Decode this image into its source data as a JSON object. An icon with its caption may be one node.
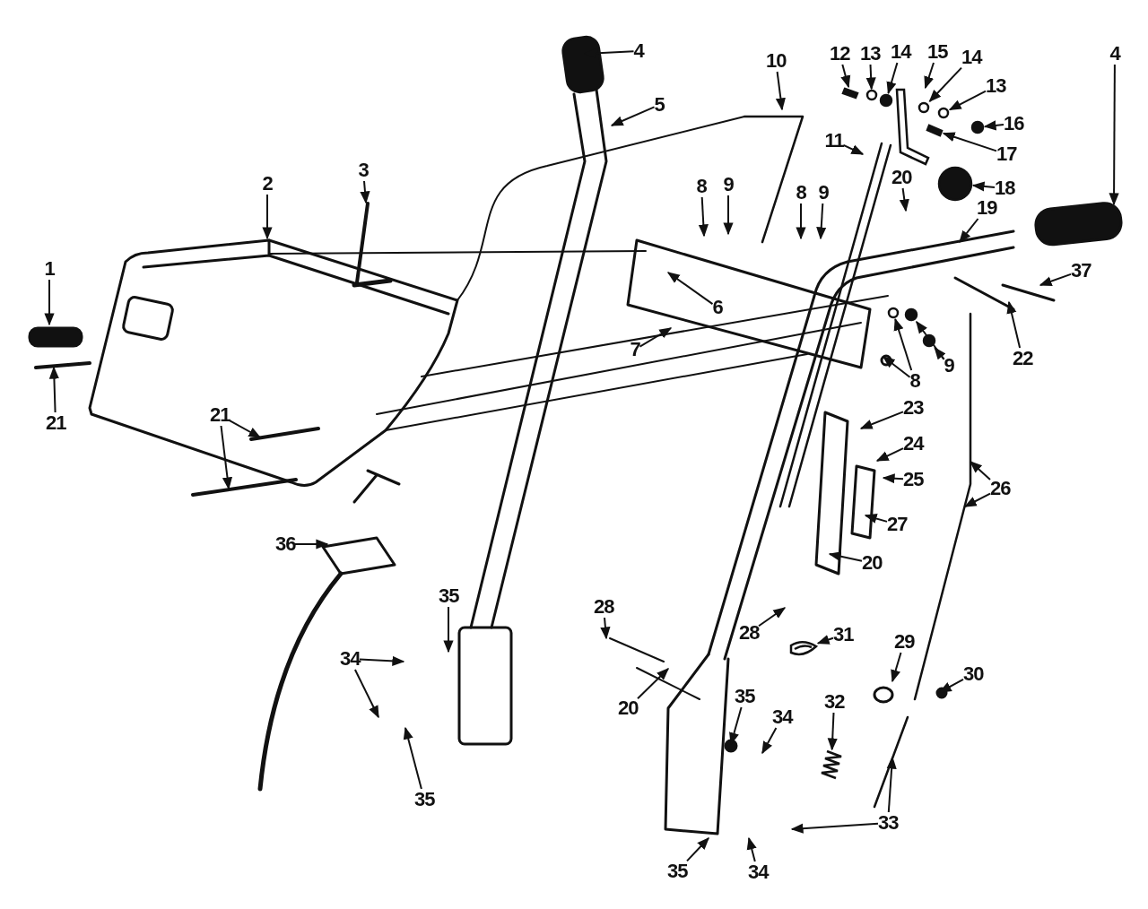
{
  "diagram": {
    "nodes": [
      {
        "text": [
          "1"
        ]
      },
      {
        "text": [
          "2"
        ]
      },
      {
        "text": [
          "3"
        ]
      },
      {
        "text": [
          "4"
        ]
      },
      {
        "text": [
          "5"
        ]
      },
      {
        "text": [
          "10"
        ]
      },
      {
        "text": [
          "11"
        ]
      },
      {
        "text": [
          "12"
        ]
      },
      {
        "text": [
          "13"
        ]
      },
      {
        "text": [
          "14"
        ]
      },
      {
        "text": [
          "15"
        ]
      },
      {
        "text": [
          "14"
        ]
      },
      {
        "text": [
          "13"
        ]
      },
      {
        "text": [
          "16"
        ]
      },
      {
        "text": [
          "17"
        ]
      },
      {
        "text": [
          "18"
        ]
      },
      {
        "text": [
          "4"
        ]
      },
      {
        "text": [
          "8"
        ]
      },
      {
        "text": [
          "9"
        ]
      },
      {
        "text": [
          "8"
        ]
      },
      {
        "text": [
          "9"
        ]
      },
      {
        "text": [
          "20"
        ]
      },
      {
        "text": [
          "19"
        ]
      },
      {
        "text": [
          "37"
        ]
      },
      {
        "text": [
          "6"
        ]
      },
      {
        "text": [
          "7"
        ]
      },
      {
        "text": [
          "22"
        ]
      },
      {
        "text": [
          "8"
        ]
      },
      {
        "text": [
          "9"
        ]
      },
      {
        "text": [
          "23"
        ]
      },
      {
        "text": [
          "24"
        ]
      },
      {
        "text": [
          "25"
        ]
      },
      {
        "text": [
          "26"
        ]
      },
      {
        "text": [
          "27"
        ]
      },
      {
        "text": [
          "20"
        ]
      },
      {
        "text": [
          "28"
        ]
      },
      {
        "text": [
          "31"
        ]
      },
      {
        "text": [
          "28"
        ]
      },
      {
        "text": [
          "20"
        ]
      },
      {
        "text": [
          "29"
        ]
      },
      {
        "text": [
          "30"
        ]
      },
      {
        "text": [
          "36"
        ]
      },
      {
        "text": [
          "35"
        ]
      },
      {
        "text": [
          "34"
        ]
      },
      {
        "text": [
          "35"
        ]
      },
      {
        "text": [
          "35"
        ]
      },
      {
        "text": [
          "34"
        ]
      },
      {
        "text": [
          "32"
        ]
      },
      {
        "text": [
          "33"
        ]
      },
      {
        "text": [
          "35"
        ]
      },
      {
        "text": [
          "34"
        ]
      },
      {
        "text": [
          "21"
        ]
      },
      {
        "text": [
          "21"
        ]
      },
      {
        "text": [],
        "shape": "bar"
      },
      {
        "text": [],
        "shape": "circle"
      },
      {
        "text": [],
        "shape": "circle"
      },
      {
        "text": [],
        "shape": "picture"
      },
      {
        "text": [],
        "shape": "circle"
      },
      {
        "text": [],
        "shape": "circle"
      },
      {
        "text": [],
        "shape": "circle"
      },
      {
        "text": [],
        "shape": "bar"
      },
      {
        "text": [],
        "shape": "circle"
      },
      {
        "text": [],
        "shape": "circle"
      },
      {
        "text": [],
        "shape": "picture"
      },
      {
        "text": [],
        "shape": "picture"
      },
      {
        "text": [],
        "shape": "circle"
      },
      {
        "text": [],
        "shape": "circle"
      }
    ],
    "edges": [
      {
        "from": 0,
        "to": null,
        "arrow": "to"
      },
      {
        "from": 1,
        "to": null,
        "arrow": "to"
      },
      {
        "from": 2,
        "to": null,
        "arrow": "to"
      },
      {
        "from": 3,
        "to": null,
        "arrow": "to"
      },
      {
        "from": 4,
        "to": null,
        "arrow": "to"
      },
      {
        "from": 5,
        "to": null,
        "arrow": "to"
      },
      {
        "from": 6,
        "to": null,
        "arrow": "to"
      },
      {
        "from": 7,
        "to": 53,
        "arrow": "to"
      },
      {
        "from": 8,
        "to": 54,
        "arrow": "to"
      },
      {
        "from": 9,
        "to": 55,
        "arrow": "to"
      },
      {
        "from": 10,
        "to": 56,
        "arrow": "to"
      },
      {
        "from": 11,
        "to": 57,
        "arrow": "to"
      },
      {
        "from": 12,
        "to": 58,
        "arrow": "to"
      },
      {
        "from": 13,
        "to": 59,
        "arrow": "to"
      },
      {
        "from": 14,
        "to": 60,
        "arrow": "to"
      },
      {
        "from": 15,
        "to": 61,
        "arrow": "to"
      },
      {
        "from": 16,
        "to": null,
        "arrow": "to"
      },
      {
        "from": 17,
        "to": null,
        "arrow": "to"
      },
      {
        "from": 18,
        "to": null,
        "arrow": "to"
      },
      {
        "from": 19,
        "to": null,
        "arrow": "to"
      },
      {
        "from": 20,
        "to": null,
        "arrow": "to"
      },
      {
        "from": 21,
        "to": null,
        "arrow": "to"
      },
      {
        "from": 22,
        "to": null,
        "arrow": "to"
      },
      {
        "from": 23,
        "to": null,
        "arrow": "to"
      },
      {
        "from": 24,
        "to": null,
        "arrow": "to"
      },
      {
        "from": 25,
        "to": null,
        "arrow": "to"
      },
      {
        "from": 26,
        "to": null,
        "arrow": "to"
      },
      {
        "from": 27,
        "to": 66,
        "arrow": "to"
      },
      {
        "from": 27,
        "to": null,
        "arrow": "to"
      },
      {
        "from": 28,
        "to": 65,
        "arrow": "to"
      },
      {
        "from": 28,
        "to": 62,
        "arrow": "to"
      },
      {
        "from": 29,
        "to": null,
        "arrow": "to"
      },
      {
        "from": 30,
        "to": null,
        "arrow": "to"
      },
      {
        "from": 31,
        "to": null,
        "arrow": "to"
      },
      {
        "from": 32,
        "to": null,
        "arrow": "to"
      },
      {
        "from": 32,
        "to": null,
        "arrow": "to"
      },
      {
        "from": 33,
        "to": null,
        "arrow": "to"
      },
      {
        "from": 34,
        "to": null,
        "arrow": "to"
      },
      {
        "from": 35,
        "to": null,
        "arrow": "to"
      },
      {
        "from": 36,
        "to": 63,
        "arrow": "to"
      },
      {
        "from": 37,
        "to": null,
        "arrow": "to"
      },
      {
        "from": 38,
        "to": null,
        "arrow": "to"
      },
      {
        "from": 39,
        "to": null,
        "arrow": "to"
      },
      {
        "from": 40,
        "to": null,
        "arrow": "to"
      },
      {
        "from": 41,
        "to": null,
        "arrow": "to"
      },
      {
        "from": 42,
        "to": null,
        "arrow": "to"
      },
      {
        "from": 43,
        "to": null,
        "arrow": "to"
      },
      {
        "from": 43,
        "to": null,
        "arrow": "to"
      },
      {
        "from": 44,
        "to": null,
        "arrow": "to"
      },
      {
        "from": 45,
        "to": null,
        "arrow": "to"
      },
      {
        "from": 46,
        "to": null,
        "arrow": "to"
      },
      {
        "from": 47,
        "to": 64,
        "arrow": "to"
      },
      {
        "from": 48,
        "to": null,
        "arrow": "to"
      },
      {
        "from": 48,
        "to": null,
        "arrow": "to"
      },
      {
        "from": 49,
        "to": null,
        "arrow": "to"
      },
      {
        "from": 50,
        "to": null,
        "arrow": "to"
      },
      {
        "from": 51,
        "to": null,
        "arrow": "to"
      },
      {
        "from": 52,
        "to": null,
        "arrow": "to"
      },
      {
        "from": 52,
        "to": null,
        "arrow": "to"
      }
    ]
  }
}
